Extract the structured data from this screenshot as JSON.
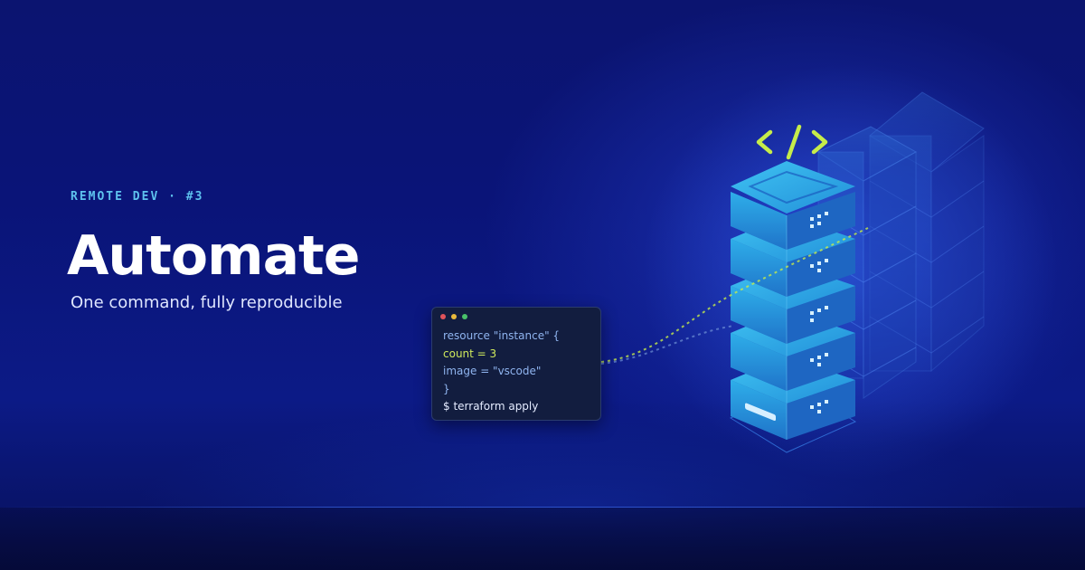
{
  "header": {
    "eyebrow": "REMOTE DEV · #3",
    "title": "Automate",
    "subtitle": "One command, fully reproducible"
  },
  "code_window": {
    "lines": [
      {
        "text": "resource \"instance\" {",
        "style": "default"
      },
      {
        "text": "count = 3",
        "style": "accent"
      },
      {
        "text": "image = \"vscode\"",
        "style": "default"
      },
      {
        "text": "}",
        "style": "default"
      },
      {
        "text": "$ terraform apply",
        "style": "command"
      }
    ]
  },
  "illustration": {
    "top_icon": "code-brackets-icon",
    "server_rack": "server-stack-icon"
  },
  "colors": {
    "background": "#0b1478",
    "accent_lime": "#c6ec4a",
    "eyebrow": "#5ec2ee",
    "server_face": "#2aa1e2",
    "title": "#ffffff"
  }
}
